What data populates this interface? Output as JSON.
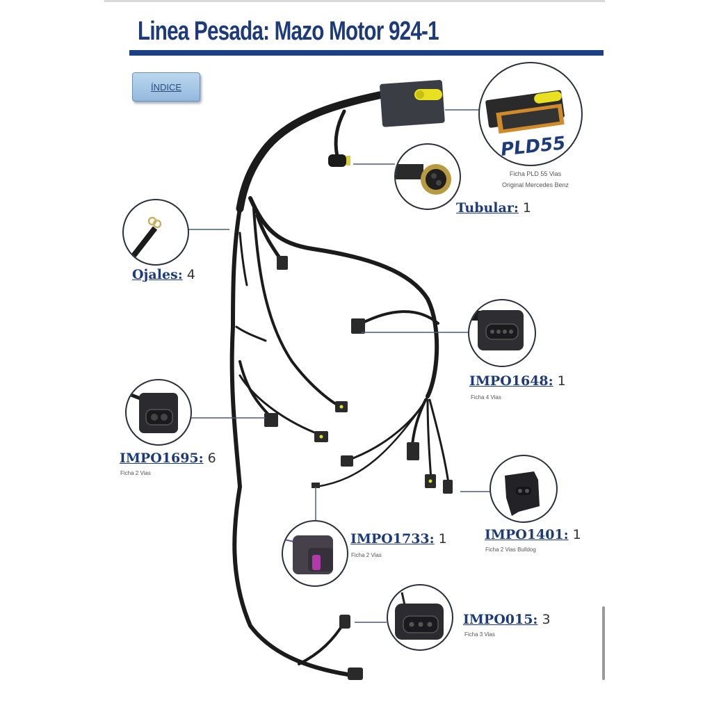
{
  "header": {
    "title": "Linea Pesada: Mazo Motor 924-1",
    "index_button_label": "ÍNDICE"
  },
  "colors": {
    "title_blue": "#1d3a7a",
    "rule_blue": "#1d3f85",
    "button_blue": "#a9c8e8",
    "wire_black": "#1a1a1a",
    "latch_yellow": "#e8e020",
    "seal_purple": "#b03aa8"
  },
  "main_connector": {
    "name": "PLD55",
    "description_line1": "Ficha PLD 55 Vias",
    "description_line2": "Original Mercedes Benz",
    "icon": "ecu-connector-icon"
  },
  "parts": [
    {
      "code": "Tubular:",
      "qty": "1",
      "description": "",
      "icon": "round-sensor-connector-icon"
    },
    {
      "code": "Ojales:",
      "qty": "4",
      "description": "",
      "icon": "ring-terminal-icon"
    },
    {
      "code": "IMPO1648:",
      "qty": "1",
      "description": "Ficha 4 Vias",
      "icon": "four-pin-connector-icon"
    },
    {
      "code": "IMPO1695:",
      "qty": "6",
      "description": "Ficha 2 Vias",
      "icon": "two-pin-connector-icon"
    },
    {
      "code": "IMPO1401:",
      "qty": "1",
      "description": "Ficha 2 Vias Bulldog",
      "icon": "bulldog-connector-icon"
    },
    {
      "code": "IMPO1733:",
      "qty": "1",
      "description": "Ficha 2 Vias",
      "icon": "two-pin-purple-connector-icon"
    },
    {
      "code": "IMPO015:",
      "qty": "3",
      "description": "Ficha 3 Vias",
      "icon": "three-pin-connector-icon"
    }
  ]
}
